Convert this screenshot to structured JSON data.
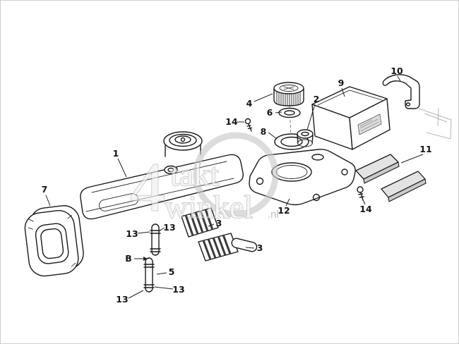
{
  "page": {
    "background_color": "#ffffff",
    "ink_color": "#1a1a1a",
    "watermark_color": "#bcbcbc"
  },
  "watermark": {
    "big_char": "4",
    "word1": "takt",
    "word2": "winkel",
    "suffix": ".nl"
  },
  "callouts": [
    {
      "label": "1"
    },
    {
      "label": "7"
    },
    {
      "label": "4"
    },
    {
      "label": "6"
    },
    {
      "label": "2"
    },
    {
      "label": "14"
    },
    {
      "label": "8"
    },
    {
      "label": "9"
    },
    {
      "label": "10"
    },
    {
      "label": "11"
    },
    {
      "label": "12"
    },
    {
      "label": "14"
    },
    {
      "label": "3"
    },
    {
      "label": "3"
    },
    {
      "label": "13"
    },
    {
      "label": "13"
    },
    {
      "label": "B"
    },
    {
      "label": "5"
    },
    {
      "label": "13"
    },
    {
      "label": "13"
    }
  ]
}
